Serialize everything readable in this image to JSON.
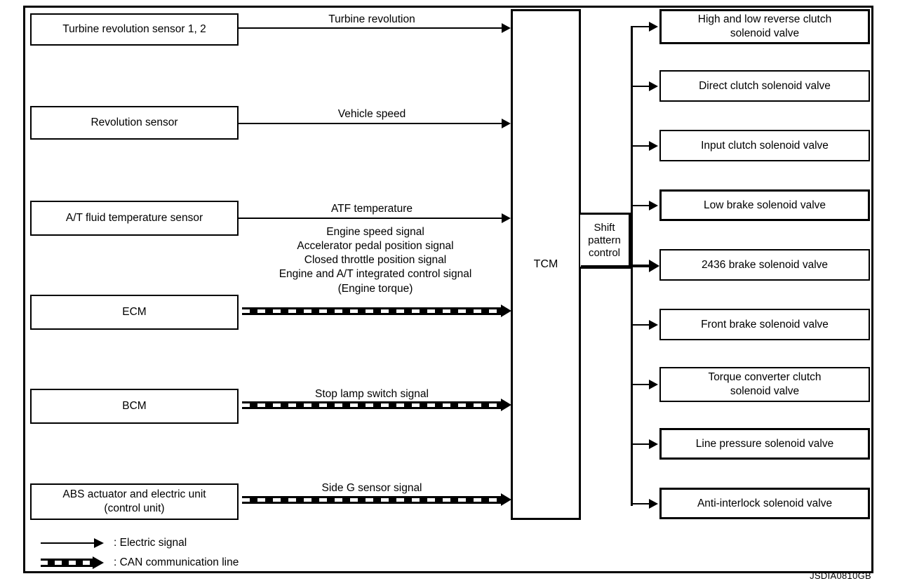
{
  "figure": {
    "code": "JSDIA0810GB"
  },
  "controller": {
    "label": "TCM",
    "inner_block_label": "Shift\npattern\ncontrol"
  },
  "inputs": [
    {
      "label": "Turbine revolution sensor 1, 2",
      "signal": "Turbine revolution",
      "line_type": "electric"
    },
    {
      "label": "Revolution sensor",
      "signal": "Vehicle speed",
      "line_type": "electric"
    },
    {
      "label": "A/T fluid temperature sensor",
      "signal": "ATF temperature",
      "line_type": "electric"
    },
    {
      "label": "ECM",
      "signal": "Engine speed signal\nAccelerator pedal position signal\nClosed throttle position signal\nEngine and A/T integrated control signal\n(Engine torque)",
      "line_type": "can"
    },
    {
      "label": "BCM",
      "signal": "Stop lamp switch signal",
      "line_type": "can"
    },
    {
      "label": "ABS actuator and electric unit\n(control unit)",
      "signal": "Side G sensor signal",
      "line_type": "can"
    }
  ],
  "outputs": [
    {
      "label": "High and low reverse clutch\nsolenoid valve"
    },
    {
      "label": "Direct clutch solenoid valve"
    },
    {
      "label": "Input clutch solenoid valve"
    },
    {
      "label": "Low brake solenoid valve"
    },
    {
      "label": "2436 brake solenoid valve"
    },
    {
      "label": "Front brake solenoid valve"
    },
    {
      "label": "Torque converter clutch\nsolenoid valve"
    },
    {
      "label": "Line pressure solenoid valve"
    },
    {
      "label": "Anti-interlock solenoid valve"
    }
  ],
  "legend": [
    {
      "symbol": "solid-arrow",
      "text": ": Electric signal"
    },
    {
      "symbol": "dashed-arrow",
      "text": ": CAN communication line"
    }
  ],
  "colors": {
    "line": "#000000",
    "background": "#ffffff"
  }
}
